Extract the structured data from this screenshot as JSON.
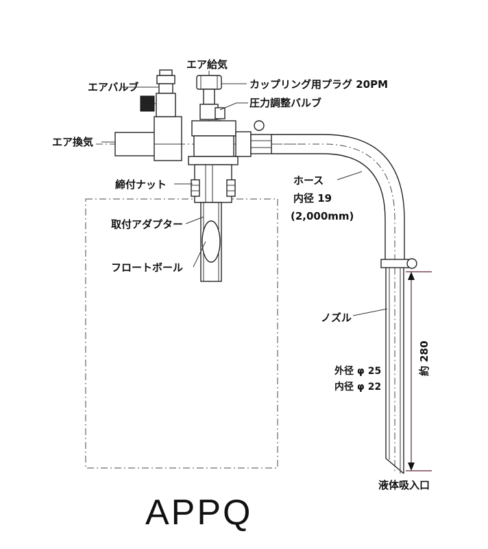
{
  "model_name": "APPQ",
  "labels": {
    "air_supply": "エア給気",
    "coupling_plug": "カップリング用プラグ 20PM",
    "air_valve": "エアバルブ",
    "pressure_valve": "圧力調整バルブ",
    "air_exhaust": "エア換気",
    "tightening_nut": "締付ナット",
    "mount_adapter": "取付アダプター",
    "float_ball": "フロートボール",
    "hose": "ホース",
    "hose_inner_dia": "内径 19",
    "hose_length": "(2,000mm)",
    "nozzle": "ノズル",
    "outer_dia": "外径 φ 25",
    "inner_dia": "内径 φ 22",
    "length_approx": "約 280",
    "liquid_inlet": "液体吸入口"
  },
  "colors": {
    "line": "#222222",
    "dimension": "#5a2330"
  }
}
